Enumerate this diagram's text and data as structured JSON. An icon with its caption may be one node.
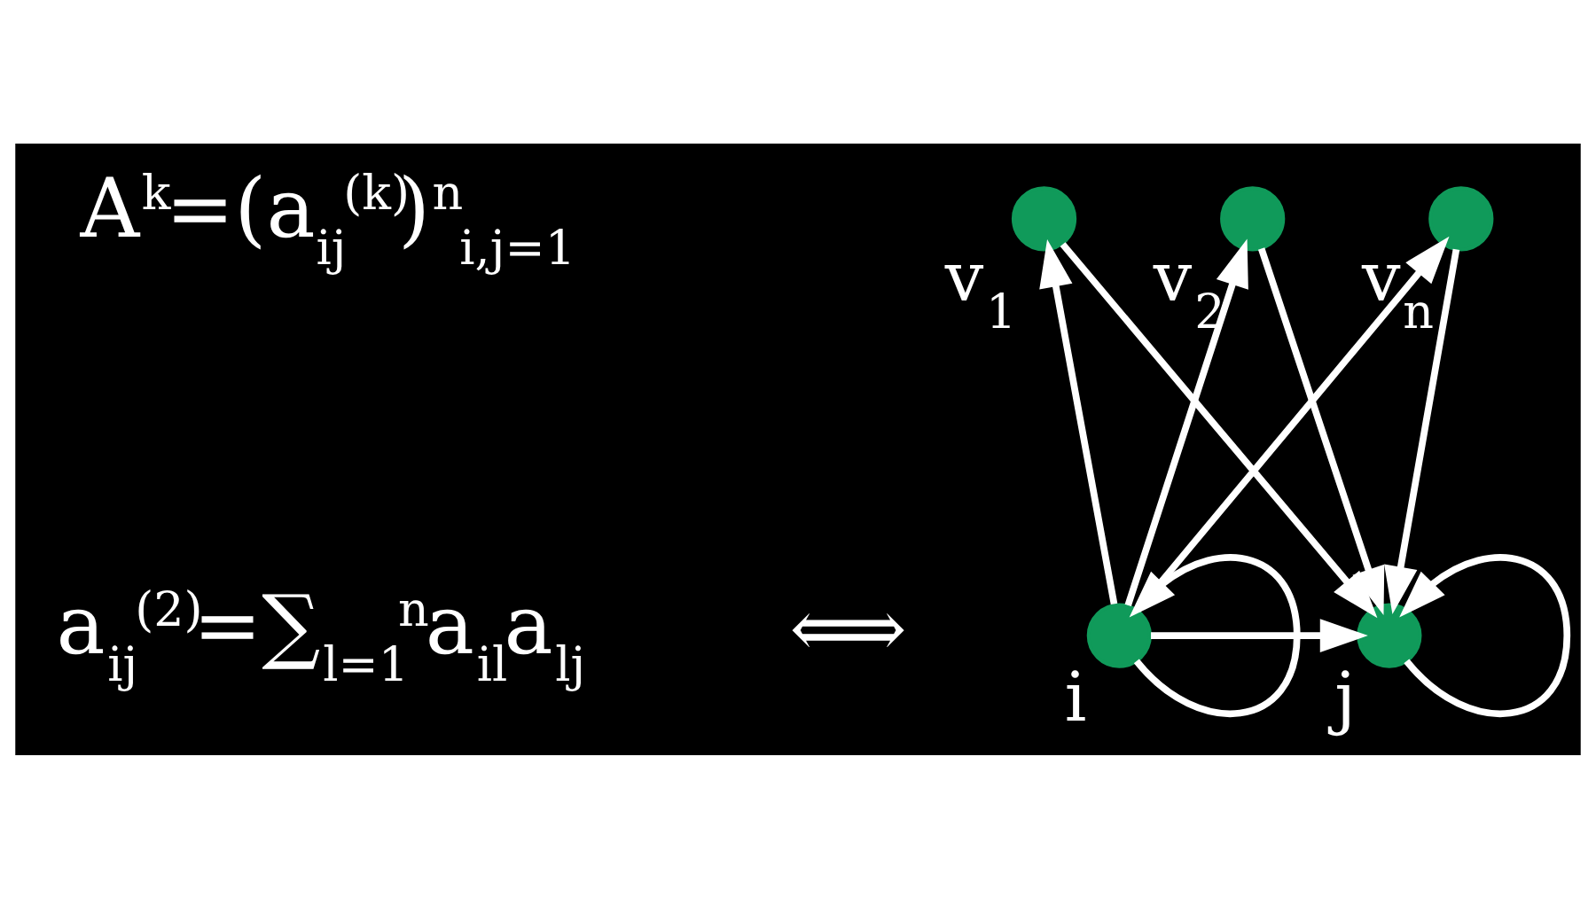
{
  "diagram": {
    "nodes": [
      {
        "text": [],
        "shape": "circle",
        "beside": [
          "v$_{1}$"
        ]
      },
      {
        "text": [],
        "shape": "circle",
        "beside": [
          "v$_{2}$"
        ]
      },
      {
        "text": [],
        "shape": "circle",
        "beside": [
          "v$_{n}$"
        ]
      },
      {
        "text": [],
        "shape": "circle",
        "beside": [
          "i"
        ]
      },
      {
        "text": [],
        "shape": "circle",
        "beside": [
          "j"
        ]
      }
    ],
    "edges": [
      {
        "from": 3,
        "to": 3,
        "arrow": "to"
      },
      {
        "from": 3,
        "to": 0,
        "arrow": "to"
      },
      {
        "from": 3,
        "to": 1,
        "arrow": "to"
      },
      {
        "from": 3,
        "to": 2,
        "arrow": "to"
      },
      {
        "from": 0,
        "to": 4,
        "arrow": "to"
      },
      {
        "from": 1,
        "to": 4,
        "arrow": "to"
      },
      {
        "from": 2,
        "to": 4,
        "arrow": "to"
      },
      {
        "from": 3,
        "to": 4,
        "arrow": "to"
      },
      {
        "from": 4,
        "to": 4,
        "arrow": "to"
      }
    ],
    "labels": [
      "A$^{k}$=(a$_{ij}$$^{(k)}$)$^{n}$$_{i,j=1}$",
      "a$_{ij}$$^{(2)}$=∑$_{l=1}$$^{n}$a$_{il}$a$_{lj}$",
      "⟺"
    ]
  }
}
